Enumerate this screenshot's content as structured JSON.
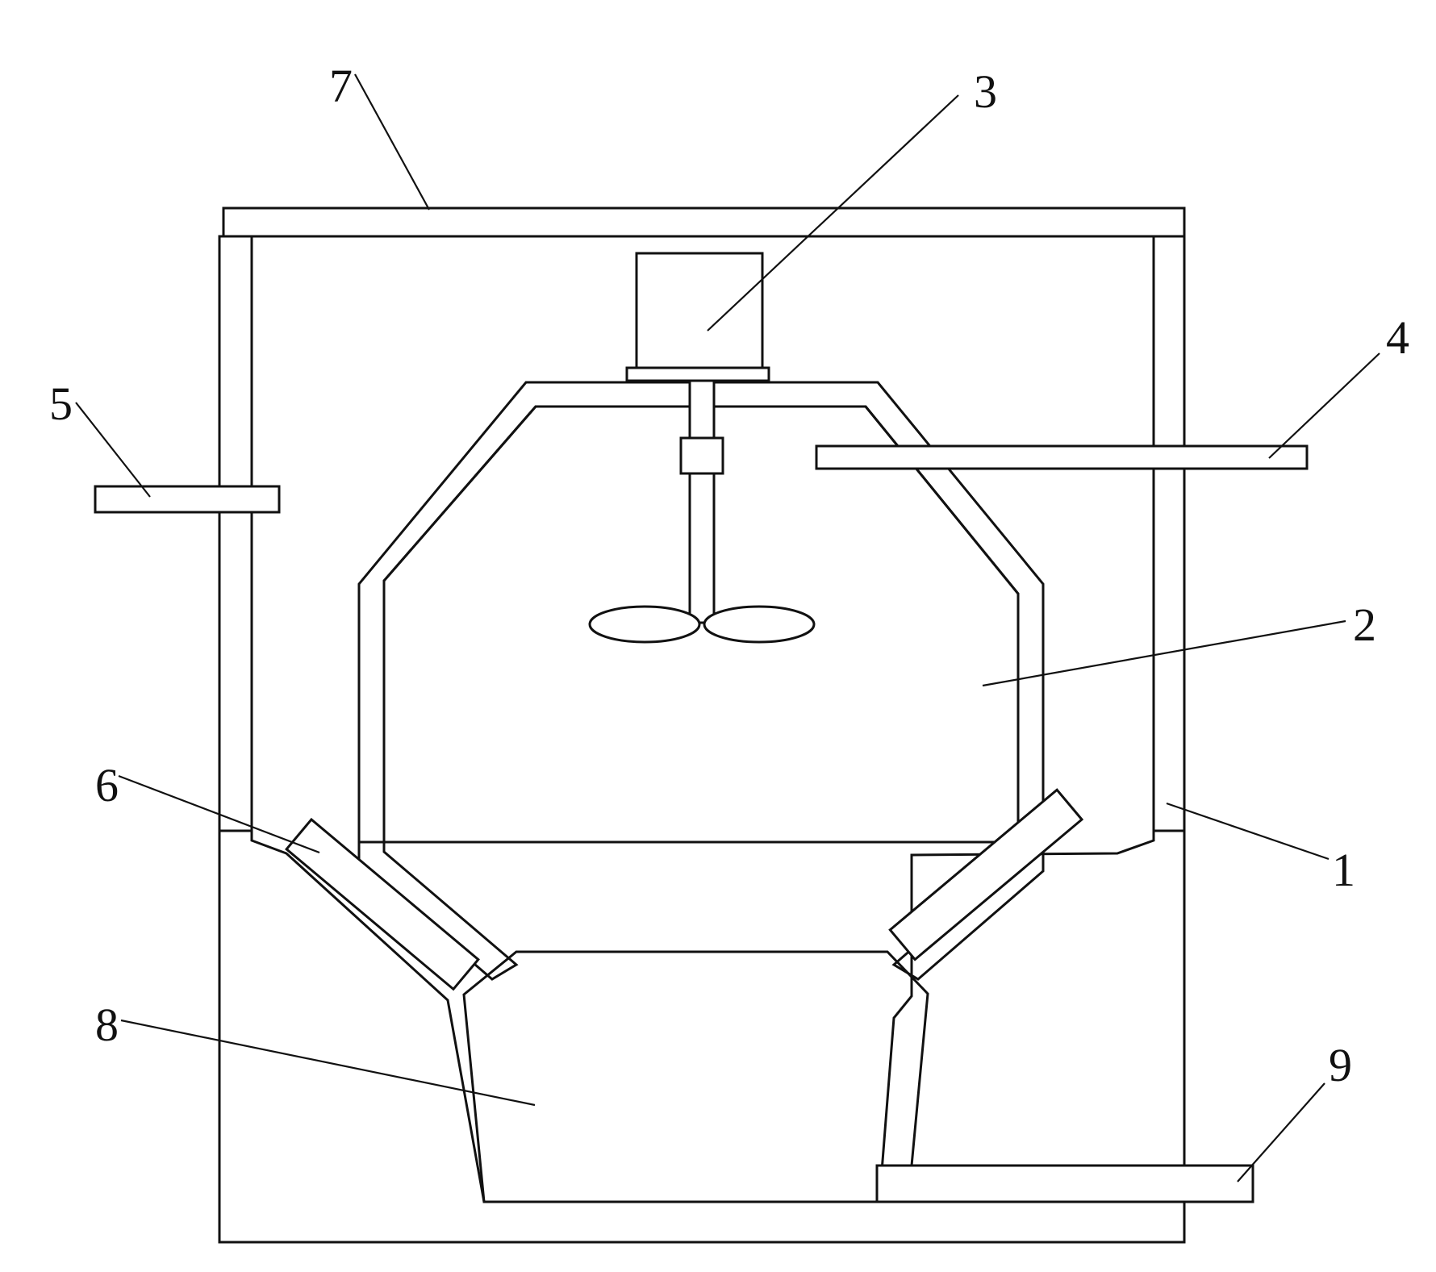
{
  "labels": {
    "l1": "1",
    "l2": "2",
    "l3": "3",
    "l4": "4",
    "l5": "5",
    "l6": "6",
    "l7": "7",
    "l8": "8",
    "l9": "9"
  },
  "colors": {
    "line": "#111111",
    "background": "#ffffff"
  }
}
